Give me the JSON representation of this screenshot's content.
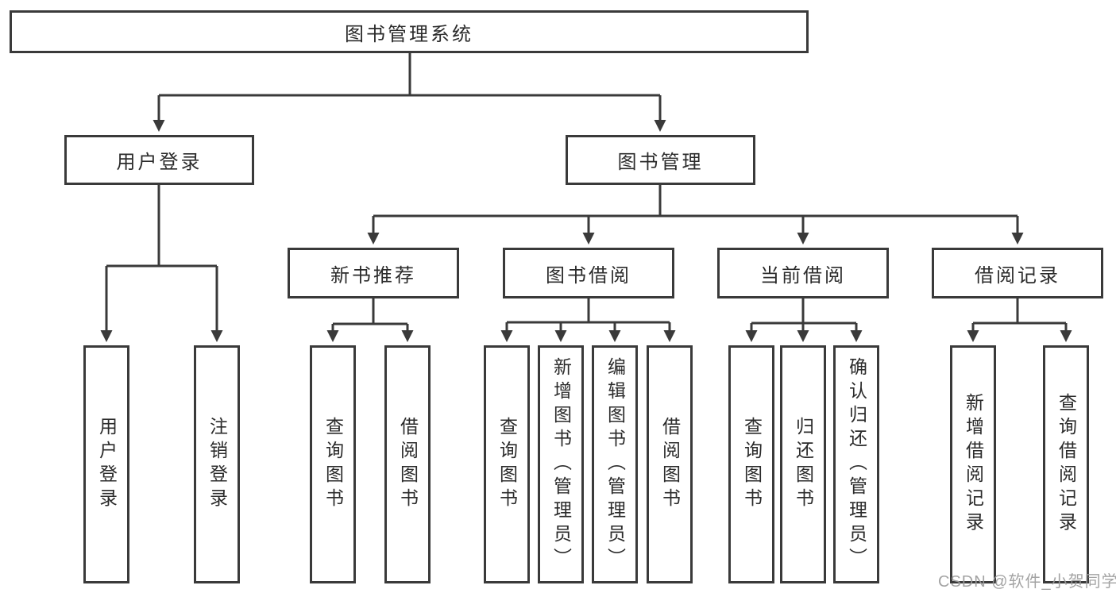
{
  "diagram": {
    "title": "图书管理系统",
    "nodes": {
      "root": "图书管理系统",
      "user_login": "用户登录",
      "book_mgmt": "图书管理",
      "new_book_rec": "新书推荐",
      "book_borrow": "图书借阅",
      "current_borrow": "当前借阅",
      "borrow_record": "借阅记录",
      "leaf_user_login": "用户登录",
      "leaf_logout": "注销登录",
      "leaf_nb_query": "查询图书",
      "leaf_nb_borrow": "借阅图书",
      "leaf_bb_query": "查询图书",
      "leaf_bb_add": "新增图书（管理员）",
      "leaf_bb_edit": "编辑图书（管理员）",
      "leaf_bb_borrow": "借阅图书",
      "leaf_cb_query": "查询图书",
      "leaf_cb_return": "归还图书",
      "leaf_cb_confirm": "确认归还（管理员）",
      "leaf_br_add": "新增借阅记录",
      "leaf_br_query": "查询借阅记录"
    },
    "line_color": "#3a3a3a",
    "watermark": "CSDN @软件_小贺同学"
  }
}
